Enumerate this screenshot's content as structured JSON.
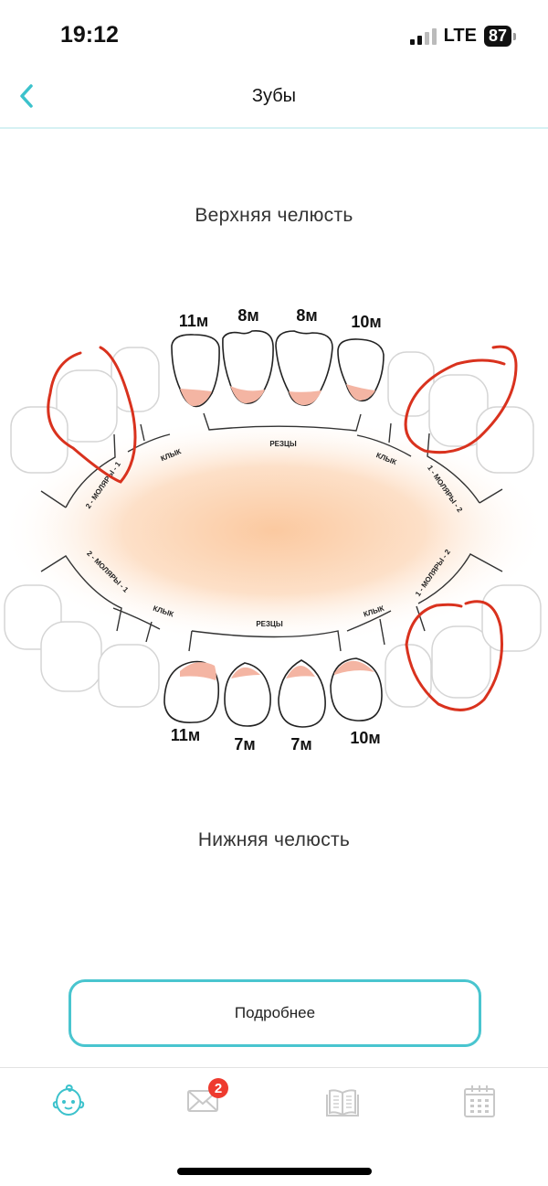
{
  "status_bar": {
    "time": "19:12",
    "network": "LTE",
    "battery": "87"
  },
  "nav": {
    "title": "Зубы",
    "back_icon": "chevron-left-icon"
  },
  "upper_jaw": {
    "title": "Верхняя челюсть",
    "incisor_ages": [
      "11м",
      "8м",
      "8м",
      "10м"
    ],
    "labels": {
      "incisors": "РЕЗЦЫ",
      "canine_left": "КЛЫК",
      "canine_right": "КЛЫК",
      "molars_left": "2 - МОЛЯРЫ - 1",
      "molars_right": "1 - МОЛЯРЫ - 2"
    }
  },
  "lower_jaw": {
    "title": "Нижняя челюсть",
    "incisor_ages": [
      "11м",
      "7м",
      "7м",
      "10м"
    ],
    "labels": {
      "incisors": "РЕЗЦЫ",
      "canine_left": "КЛЫК",
      "canine_right": "КЛЫК",
      "molars_left": "2 - МОЛЯРЫ - 1",
      "molars_right": "1 - МОЛЯРЫ - 2"
    }
  },
  "button": {
    "more_label": "Подробнее"
  },
  "tab_bar": {
    "tabs": [
      {
        "icon": "baby-face-icon",
        "active": true
      },
      {
        "icon": "envelope-icon",
        "badge": "2"
      },
      {
        "icon": "book-icon"
      },
      {
        "icon": "calendar-icon"
      }
    ]
  },
  "colors": {
    "accent": "#49c5cf",
    "gum": "#f4b5a3",
    "annotation": "#d9321e",
    "badge": "#ee3b2f"
  }
}
